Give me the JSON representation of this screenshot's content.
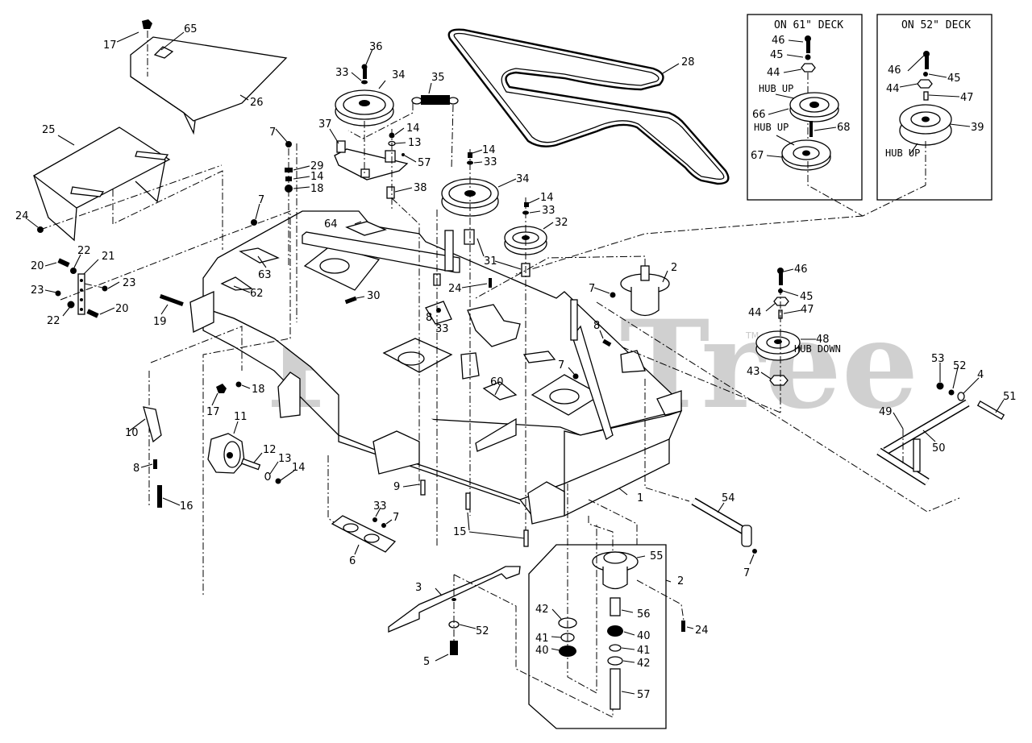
{
  "watermark": {
    "text": "PartsTree",
    "trademark": "TM",
    "color": "#c8c8c8"
  },
  "insets": [
    {
      "title": "ON 61\" DECK",
      "parts": [
        "46",
        "45",
        "44",
        "66",
        "67",
        "68"
      ],
      "notes": [
        "HUB UP",
        "HUB UP"
      ]
    },
    {
      "title": "ON 52\" DECK",
      "parts": [
        "46",
        "45",
        "44",
        "47",
        "39"
      ],
      "notes": [
        "HUB UP"
      ]
    }
  ],
  "notes": {
    "hub_down": "HUB DOWN",
    "hub_up": "HUB UP"
  },
  "callouts": {
    "c17a": "17",
    "c65": "65",
    "c26": "26",
    "c25": "25",
    "c24a": "24",
    "c36": "36",
    "c33a": "33",
    "c34a": "34",
    "c35": "35",
    "c28": "28",
    "c7a": "7",
    "c37": "37",
    "c29": "29",
    "c14a": "14",
    "c18a": "18",
    "c14b": "14",
    "c13a": "13",
    "c57a": "57",
    "c38": "38",
    "c14c": "14",
    "c33b": "33",
    "c34b": "34",
    "c14d": "14",
    "c33c": "33",
    "c32": "32",
    "c31": "31",
    "c7b": "7",
    "c64": "64",
    "c63": "63",
    "c62": "62",
    "c30": "30",
    "c24b": "24",
    "c8a": "8",
    "c33d": "33",
    "c22a": "22",
    "c21": "21",
    "c20a": "20",
    "c23a": "23",
    "c23b": "23",
    "c22b": "22",
    "c20b": "20",
    "c19": "19",
    "c2a": "2",
    "c7c": "7",
    "c8b": "8",
    "c7d": "7",
    "c60": "60",
    "c18b": "18",
    "c17b": "17",
    "c10": "10",
    "c11": "11",
    "c12": "12",
    "c13b": "13",
    "c14e": "14",
    "c8c": "8",
    "c16": "16",
    "c9": "9",
    "c33e": "33",
    "c7e": "7",
    "c6": "6",
    "c15": "15",
    "c1": "1",
    "c54": "54",
    "c7f": "7",
    "c3": "3",
    "c52a": "52",
    "c5": "5",
    "c55": "55",
    "c2b": "2",
    "c24c": "24",
    "c42a": "42",
    "c41a": "41",
    "c40a": "40",
    "c56": "56",
    "c40b": "40",
    "c41b": "41",
    "c42b": "42",
    "c57b": "57",
    "c46a": "46",
    "c45a": "45",
    "c44a": "44",
    "c47a": "47",
    "c48": "48",
    "c43": "43",
    "c53": "53",
    "c52b": "52",
    "c4": "4",
    "c51": "51",
    "c49": "49",
    "c50": "50",
    "i1_46": "46",
    "i1_45": "45",
    "i1_44": "44",
    "i1_66": "66",
    "i1_68": "68",
    "i1_67": "67",
    "i2_46": "46",
    "i2_45": "45",
    "i2_44": "44",
    "i2_47": "47",
    "i2_39": "39"
  }
}
